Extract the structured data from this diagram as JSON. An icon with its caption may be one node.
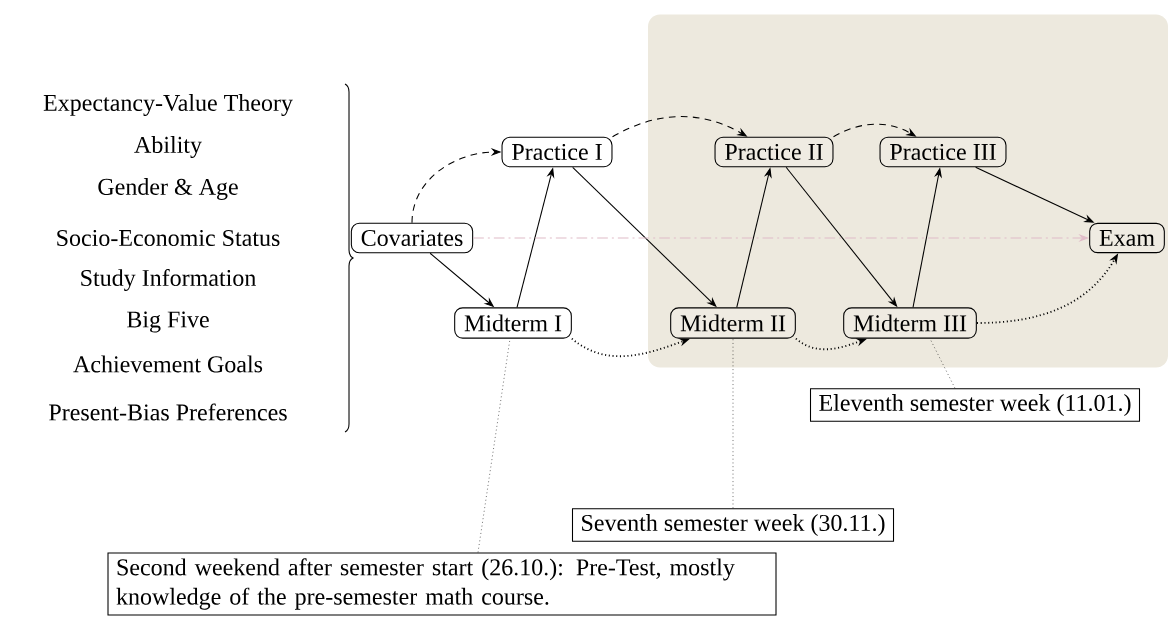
{
  "diagram": {
    "nodes": [
      {
        "text": [],
        "shape": "box"
      },
      {
        "text": [
          "Covariates"
        ]
      },
      {
        "text": [
          "Practice I"
        ]
      },
      {
        "text": [
          "Midterm I"
        ]
      },
      {
        "text": [
          "Practice II"
        ],
        "in": 0
      },
      {
        "text": [
          "Practice III"
        ],
        "in": 0
      },
      {
        "text": [
          "Midterm II"
        ],
        "in": 0
      },
      {
        "text": [
          "Midterm III"
        ],
        "in": 0
      },
      {
        "text": [
          "Exam"
        ],
        "in": 0
      },
      {
        "text": [
          "Eleventh semester week (11.01.)"
        ]
      },
      {
        "text": [
          "Seventh semester week (30.11.)"
        ]
      },
      {
        "text": [
          "Second weekend after semester start (26.10.): Pre-Test, mostly knowledge of the pre-semester math course."
        ]
      }
    ],
    "edges": [
      {
        "from": 1,
        "to": 2,
        "arrow": "to",
        "style": "dashed"
      },
      {
        "from": 1,
        "to": 3,
        "arrow": "to"
      },
      {
        "from": 3,
        "to": 2,
        "arrow": "to"
      },
      {
        "from": 2,
        "to": 6,
        "arrow": "to"
      },
      {
        "from": 6,
        "to": 4,
        "arrow": "to"
      },
      {
        "from": 4,
        "to": 7,
        "arrow": "to"
      },
      {
        "from": 7,
        "to": 5,
        "arrow": "to"
      },
      {
        "from": 5,
        "to": 8,
        "arrow": "to"
      },
      {
        "from": 1,
        "to": 8,
        "arrow": "to",
        "style": "dashed",
        "color": "#e0bcc8"
      },
      {
        "from": 2,
        "to": 4,
        "arrow": "to",
        "style": "dashed"
      },
      {
        "from": 4,
        "to": 5,
        "arrow": "to",
        "style": "dashed"
      },
      {
        "from": 3,
        "to": 6,
        "arrow": "to",
        "style": "dashed"
      },
      {
        "from": 6,
        "to": 7,
        "arrow": "to",
        "style": "dashed"
      },
      {
        "from": 7,
        "to": 8,
        "arrow": "to",
        "style": "dashed"
      },
      {
        "from": 11,
        "to": 3,
        "arrow": "none",
        "style": "dashed"
      },
      {
        "from": 10,
        "to": 6,
        "arrow": "none",
        "style": "dashed"
      },
      {
        "from": 9,
        "to": 7,
        "arrow": "none",
        "style": "dashed"
      }
    ],
    "labels": [
      "Expectancy-Value Theory",
      "Ability",
      "Gender & Age",
      "Socio-Economic Status",
      "Study Information",
      "Big Five",
      "Achievement Goals",
      "Present-Bias Preferences"
    ]
  }
}
